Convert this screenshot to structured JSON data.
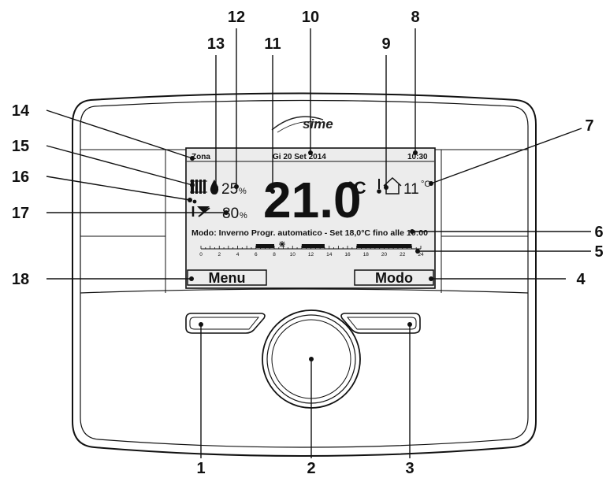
{
  "brand": "sime",
  "lcd": {
    "zone_label": "Zona",
    "date": "Gi 20 Set 2014",
    "time": "10:30",
    "humidity_value": "25",
    "humidity_unit": "%",
    "main_temperature": "21.0",
    "main_temperature_unit": "°C",
    "outdoor_temperature": "11",
    "outdoor_temperature_unit": "°C",
    "modulation_value": "80",
    "modulation_unit": "%",
    "status_line": "Modo: Inverno   Progr. automatico - Set 18,0°C fino alle 10:00",
    "timeline_ticks": [
      "0",
      "2",
      "4",
      "6",
      "8",
      "10",
      "12",
      "14",
      "16",
      "18",
      "20",
      "22",
      "24"
    ],
    "timeline_on_periods": [
      [
        6,
        8
      ],
      [
        11,
        13.5
      ],
      [
        17,
        23
      ]
    ],
    "menu_label": "Menu",
    "mode_label": "Modo"
  },
  "callouts": [
    "1",
    "2",
    "3",
    "4",
    "5",
    "6",
    "7",
    "8",
    "9",
    "10",
    "11",
    "12",
    "13",
    "14",
    "15",
    "16",
    "17",
    "18"
  ],
  "colors": {
    "line": "#111111",
    "lcd_bg": "#ececec",
    "body": "#ffffff"
  }
}
